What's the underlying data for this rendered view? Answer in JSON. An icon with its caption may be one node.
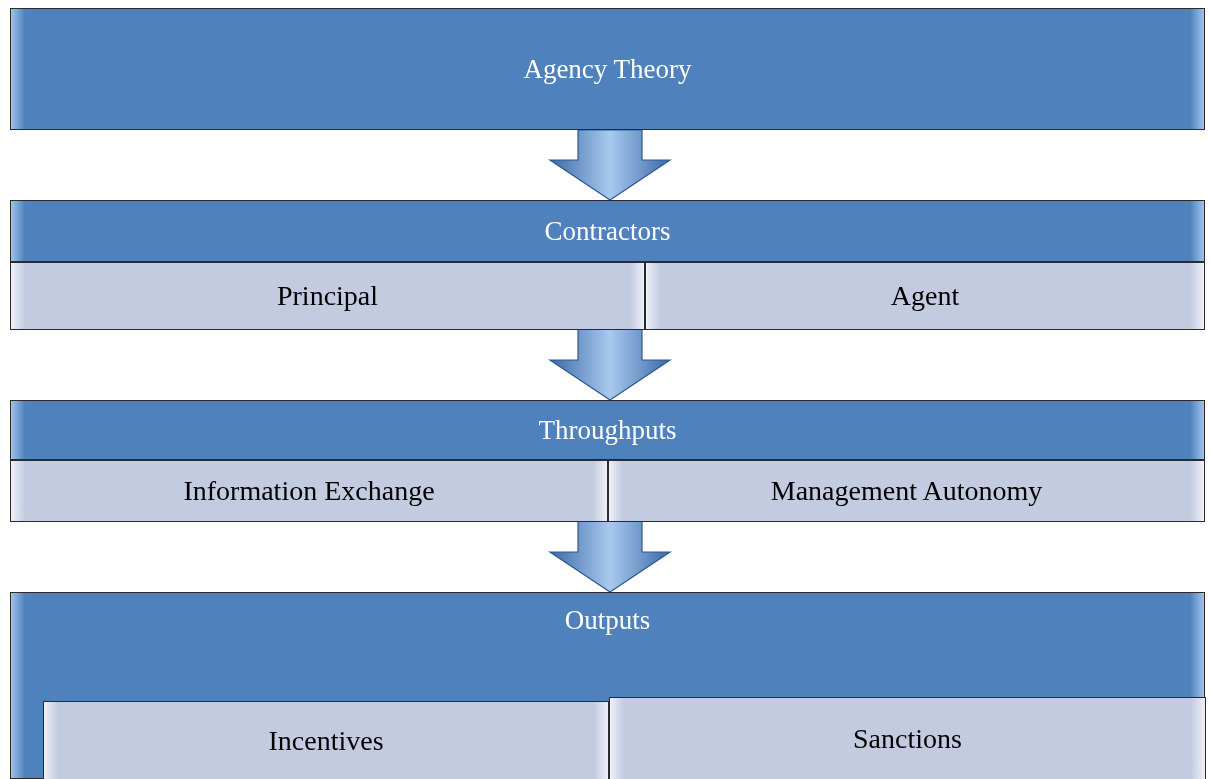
{
  "diagram": {
    "nodes": [
      {
        "text": [
          "Agency Theory"
        ]
      },
      {
        "text": [
          "Contractors"
        ]
      },
      {
        "text": [
          "Principal"
        ]
      },
      {
        "text": [
          "Agent"
        ]
      },
      {
        "text": [
          "Throughputs"
        ]
      },
      {
        "text": [
          "Information Exchange"
        ]
      },
      {
        "text": [
          "Management Autonomy"
        ]
      },
      {
        "text": [
          "Outputs"
        ]
      },
      {
        "text": [
          "Incentives"
        ],
        "in": 7
      },
      {
        "text": [
          "Sanctions"
        ],
        "in": 7
      }
    ],
    "edges": [
      {
        "from": 0,
        "to": 1,
        "arrow": "to"
      },
      {
        "from": 1,
        "to": 4,
        "arrow": "to"
      },
      {
        "from": 4,
        "to": 7,
        "arrow": "to"
      }
    ]
  }
}
